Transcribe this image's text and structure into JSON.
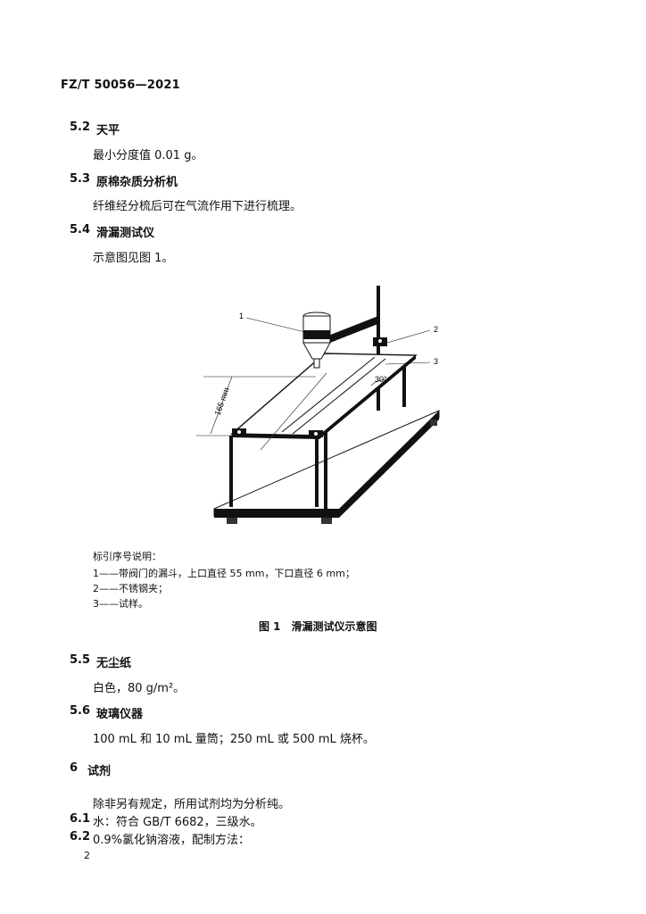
{
  "header": {
    "standard_id": "FZ/T 50056—2021"
  },
  "sections": [
    {
      "num": "5.2",
      "title": "天平",
      "text": "最小分度值 0.01 g。"
    },
    {
      "num": "5.3",
      "title": "原棉杂质分析机",
      "text": "纤维经分梳后可在气流作用下进行梳理。"
    },
    {
      "num": "5.4",
      "title": "滑漏测试仪",
      "text": "示意图见图 1。"
    }
  ],
  "figure": {
    "callouts": [
      "1",
      "2",
      "3"
    ],
    "dim_label": "165 mm",
    "angle_label": "30°",
    "legend_title": "标引序号说明：",
    "legend_items": [
      "1——带阀门的漏斗，上口直径 55 mm，下口直径 6 mm；",
      "2——不锈钢夹；",
      "3——试样。"
    ],
    "caption": "图 1　滑漏测试仪示意图"
  },
  "sections2": [
    {
      "num": "5.5",
      "title": "无尘纸",
      "text": "白色，80 g/m²。"
    },
    {
      "num": "5.6",
      "title": "玻璃仪器",
      "text": "100 mL 和 10 mL 量筒；250 mL 或 500 mL 烧杯。"
    }
  ],
  "section6": {
    "num": "6",
    "title": "试剂",
    "intro": "除非另有规定，所用试剂均为分析纯。",
    "items": [
      {
        "num": "6.1",
        "text": "水：符合 GB/T 6682，三级水。"
      },
      {
        "num": "6.2",
        "text": "0.9%氯化钠溶液，配制方法："
      }
    ]
  },
  "footer": {
    "page_number": "2"
  }
}
